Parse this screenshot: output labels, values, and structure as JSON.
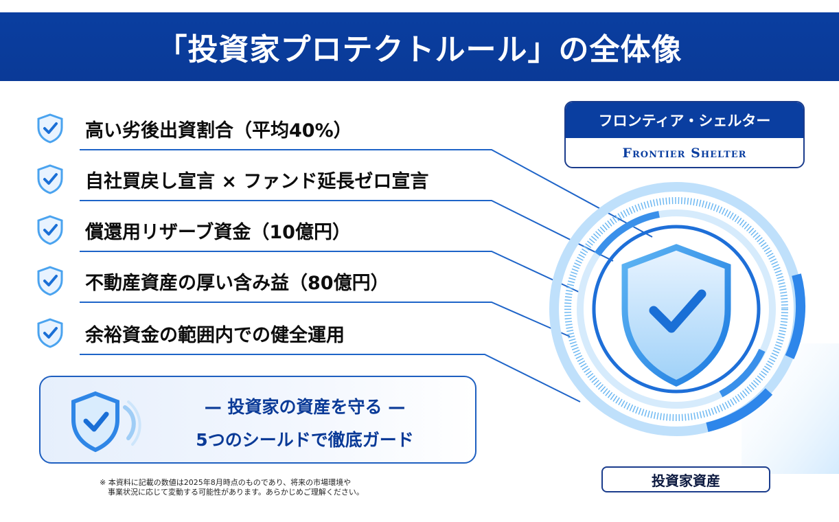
{
  "header": {
    "title": "「投資家プロテクトルール」の全体像"
  },
  "rules": [
    {
      "label": "高い劣後出資割合（平均40%）",
      "icon": "shield-check-icon"
    },
    {
      "label": "自社買戻し宣言 × ファンド延長ゼロ宣言",
      "icon": "shield-check-icon"
    },
    {
      "label": "償還用リザーブ資金（10億円）",
      "icon": "shield-check-icon"
    },
    {
      "label": "不動産資産の厚い含み益（80億円）",
      "icon": "shield-check-icon"
    },
    {
      "label": "余裕資金の範囲内での健全運用",
      "icon": "shield-check-icon"
    }
  ],
  "brand": {
    "name_jp": "フロンティア・シェルター",
    "name_en": "Frontier Shelter"
  },
  "core": {
    "label": "投資家資産",
    "icon": "shield-check-icon"
  },
  "banner": {
    "line1": "— 投資家の資産を守る —",
    "line2": "5つのシールドで徹底ガード",
    "icon": "shield-check-icon"
  },
  "footnote": {
    "line1": "※ 本資料に記載の数値は2025年8月時点のものであり、将来の市場環境や",
    "line2": "事業状況に応じて変動する可能性があります。あらかじめご理解ください。"
  },
  "colors": {
    "primary": "#0a3ea0",
    "accent": "#1e64c8",
    "light": "#7cc0f7"
  }
}
